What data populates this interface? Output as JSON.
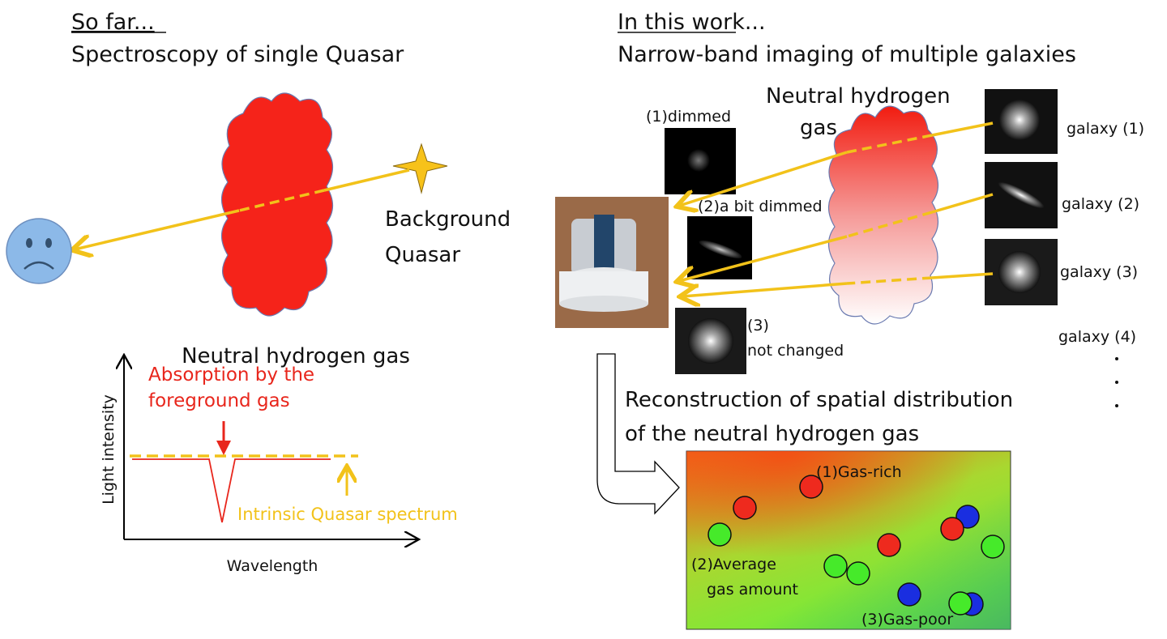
{
  "left": {
    "heading": "So far...",
    "subtitle": "Spectroscopy of single Quasar",
    "quasar_label": [
      "Background",
      "Quasar"
    ],
    "gas_label": "Neutral hydrogen gas",
    "spectrum": {
      "ylabel": "Light intensity",
      "xlabel": "Wavelength",
      "absorption_label": [
        "Absorption by the",
        "foreground gas"
      ],
      "intrinsic_label": "Intrinsic Quasar spectrum"
    }
  },
  "right": {
    "heading": "In this work...",
    "subtitle": "Narrow-band imaging of multiple galaxies",
    "gas_label": [
      "Neutral hydrogen",
      "gas"
    ],
    "galaxies": [
      "galaxy (1)",
      "galaxy (2)",
      "galaxy (3)",
      "galaxy (4)"
    ],
    "observed": [
      "(1)dimmed",
      "(2)a bit dimmed",
      "(3)",
      "not changed"
    ],
    "reconstruction": [
      "Reconstruction of spatial distribution",
      "of the neutral hydrogen gas"
    ],
    "map_labels": [
      "(1)Gas-rich",
      "(2)Average",
      "gas amount",
      "(3)Gas-poor"
    ]
  },
  "colors": {
    "gas_rich": "#ee2a1e",
    "average": "#46ea2a",
    "gas_poor": "#1a2ee0",
    "arrow": "#f2c21a",
    "absorption": "#e8261c"
  }
}
